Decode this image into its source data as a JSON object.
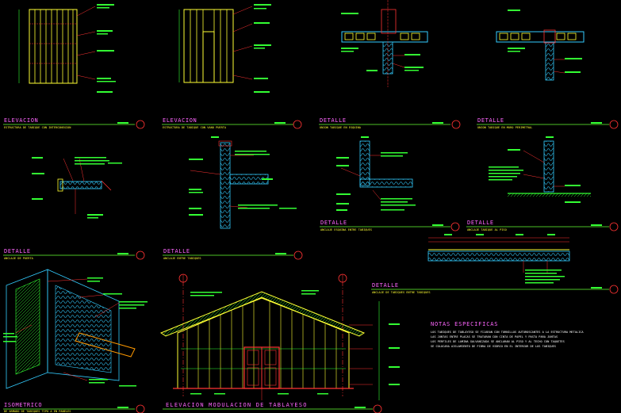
{
  "drawing": {
    "colors": {
      "background": "#000000",
      "title": "#ff66ff",
      "subtitle": "#ffff33",
      "leader": "#ff3333",
      "annotation": "#33ff33",
      "frame": "#ffff33",
      "wall": "#33ccff",
      "insulation": "#ff9900",
      "section_line": "#66ff33",
      "note_text": "#ffffff",
      "grid_bubble": "#ff3333"
    },
    "panels": [
      {
        "id": "p1",
        "title": "ELEVACION",
        "subtitle": "ESTRUCTURA DE TABIQUE CON INTERCONEXION"
      },
      {
        "id": "p2",
        "title": "ELEVACION",
        "subtitle": "ESTRUCTURA DE TABIQUE CON VANO PUERTA"
      },
      {
        "id": "p3",
        "title": "DETALLE",
        "subtitle": "UNION TABIQUE EN ESQUINA"
      },
      {
        "id": "p4",
        "title": "DETALLE",
        "subtitle": "UNION TABIQUE EN MURO PERIMETRAL"
      },
      {
        "id": "p5",
        "title": "DETALLE",
        "subtitle": "ANCLAJE DE PUERTA"
      },
      {
        "id": "p6",
        "title": "DETALLE",
        "subtitle": "ANCLAJE ENTRE TABIQUES"
      },
      {
        "id": "p7",
        "title": "DETALLE",
        "subtitle": "ANCLAJE ESQUINA ENTRE TABIQUES"
      },
      {
        "id": "p8",
        "title": "DETALLE",
        "subtitle": "ANCLAJE TABIQUE AL PISO"
      },
      {
        "id": "p9",
        "title": "DETALLE",
        "subtitle": "ANCLAJE DE TABIQUES ENTRE TABIQUES"
      },
      {
        "id": "p10",
        "title": "ISOMETRICO",
        "subtitle": "DE ARMADO DE TABIQUES TIPO A EN PANELES"
      },
      {
        "id": "p11",
        "title": "ELEVACION  MODULACION  DE  TABLAYESO",
        "subtitle": ""
      }
    ],
    "notes": {
      "title": "NOTAS  ESPECIFICAS",
      "lines": [
        "LOS TABIQUES DE TABLAYESO SE FIJARAN CON TORNILLOS AUTOROSCANTES A LA ESTRUCTURA METALICA",
        "LAS JUNTAS ENTRE PLACAS SE TRATARAN CON CINTA DE PAPEL Y PASTA PARA JUNTAS",
        "LOS PERFILES DE LAMINA GALVANIZADA SE ANCLARAN AL PISO Y AL TECHO CON TAQUETES",
        "SE COLOCARA AISLAMIENTO DE FIBRA DE VIDRIO EN EL INTERIOR DE LOS TABIQUES"
      ]
    }
  }
}
